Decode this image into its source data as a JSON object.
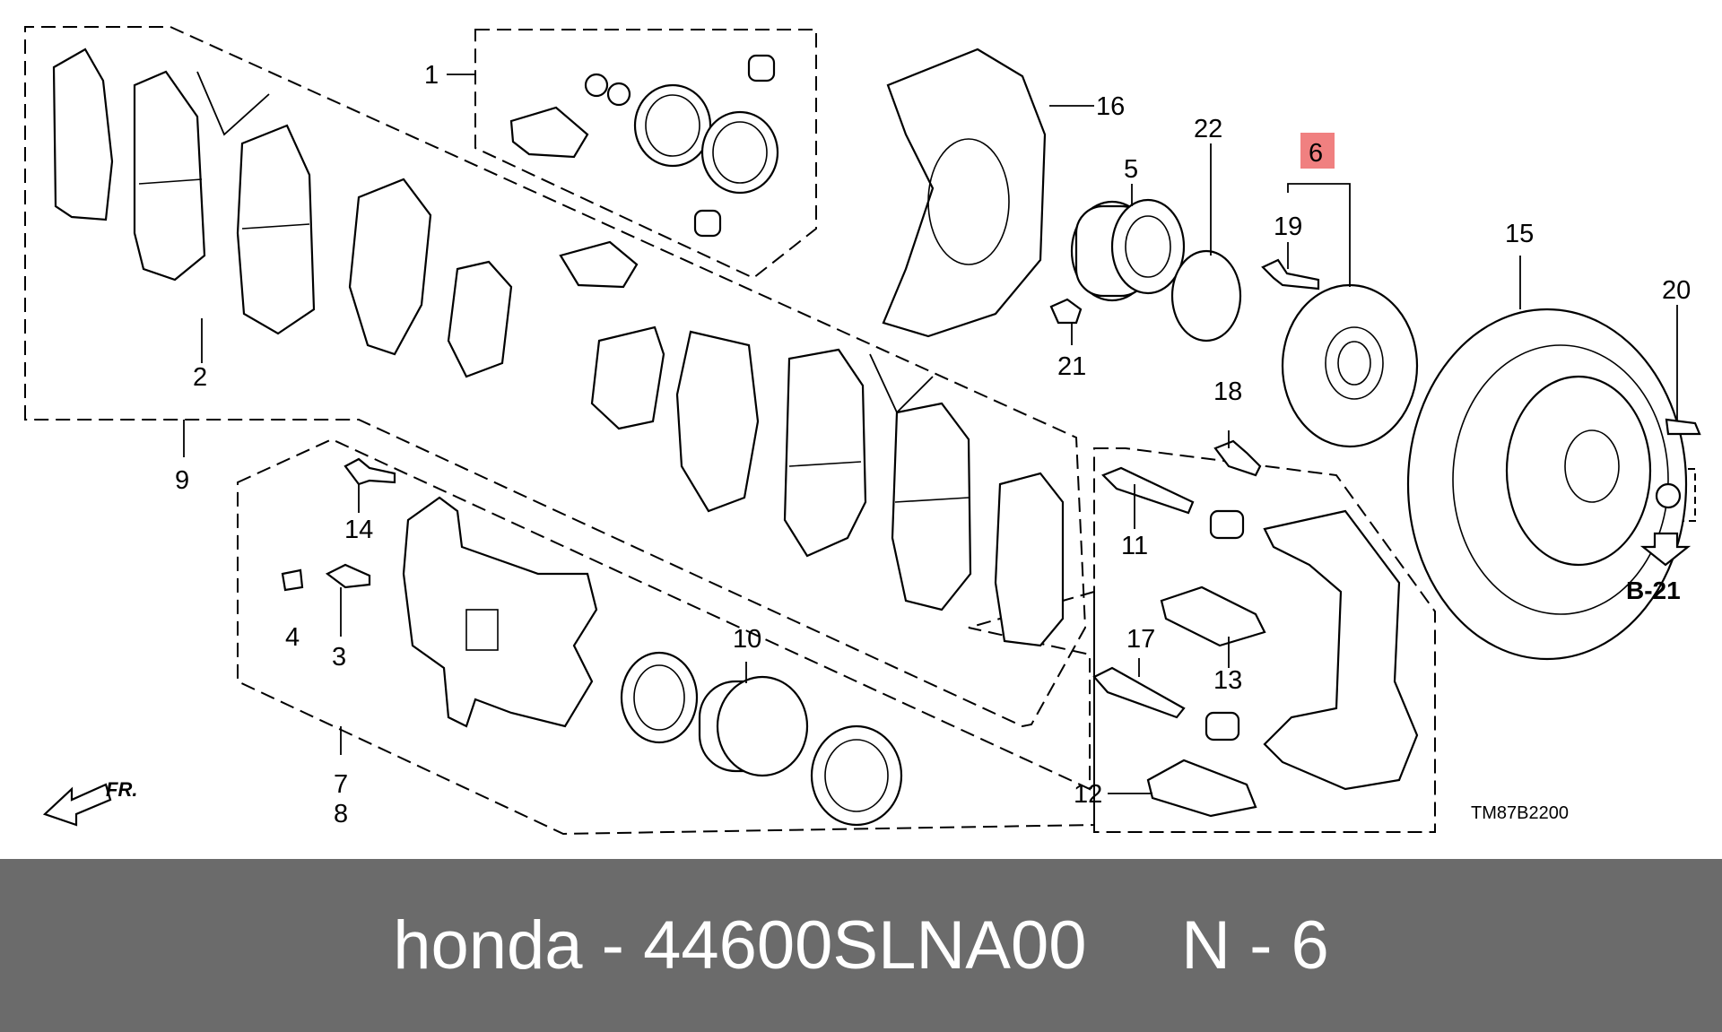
{
  "diagram": {
    "labels": {
      "p1": "1",
      "p2": "2",
      "p3": "3",
      "p4": "4",
      "p5": "5",
      "p6": "6",
      "p7": "7",
      "p8": "8",
      "p9": "9",
      "p10": "10",
      "p11": "11",
      "p12": "12",
      "p13": "13",
      "p14": "14",
      "p15": "15",
      "p16": "16",
      "p17": "17",
      "p18": "18",
      "p19": "19",
      "p20": "20",
      "p21": "21",
      "p22": "22"
    },
    "ref_code": "TM87B2200",
    "section_ref": "B-21",
    "front_marker": "FR.",
    "highlight_color": "#f08080"
  },
  "footer": {
    "text": "honda - 44600SLNA00     N - 6"
  },
  "colors": {
    "footer_bg": "#6b6b6b",
    "footer_text": "#ffffff"
  }
}
